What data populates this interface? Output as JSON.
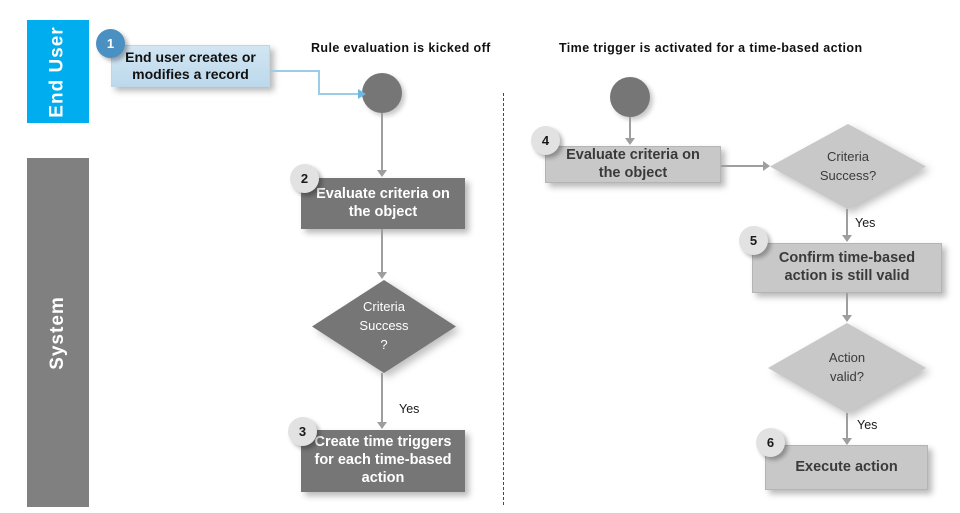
{
  "diagram": {
    "title_left": "Rule evaluation is kicked off",
    "title_right": "Time trigger is activated for a time-based action",
    "lanes": [
      {
        "label": "End User",
        "color": "#00AEEF"
      },
      {
        "label": "System",
        "color": "#808080"
      }
    ],
    "colors": {
      "lane_enduser": "#00AEEF",
      "lane_system": "#808080",
      "node_dark": "#767676",
      "node_light": "#C8C8C8",
      "node_blue": "#BCD9EC",
      "badge_blue": "#4A90C2",
      "badge_grey": "#E2E2E2",
      "connector_grey": "#9E9E9E",
      "connector_blue": "#9CCDE8",
      "divider_dashed": "#2F4F5F"
    },
    "left_flow": {
      "start_node": {
        "name": "start-circle",
        "shape": "circle"
      },
      "nodes": [
        {
          "step": "1",
          "label": "End user creates or modifies a record",
          "shape": "process",
          "style": "blue"
        },
        {
          "step": "2",
          "label": "Evaluate criteria on the object",
          "shape": "process",
          "style": "dark"
        },
        {
          "step": "",
          "label": "Criteria Success ?",
          "shape": "decision",
          "style": "dark"
        },
        {
          "step": "3",
          "label": "Create time triggers for each time-based action",
          "shape": "process",
          "style": "dark"
        }
      ],
      "edge_labels": [
        "Yes"
      ]
    },
    "right_flow": {
      "start_node": {
        "name": "start-circle",
        "shape": "circle"
      },
      "nodes": [
        {
          "step": "4",
          "label": "Evaluate criteria on the object",
          "shape": "process",
          "style": "light"
        },
        {
          "step": "",
          "label": "Criteria Success?",
          "shape": "decision",
          "style": "light"
        },
        {
          "step": "5",
          "label": "Confirm time-based action is still valid",
          "shape": "process",
          "style": "light"
        },
        {
          "step": "",
          "label": "Action valid?",
          "shape": "decision",
          "style": "light"
        },
        {
          "step": "6",
          "label": "Execute action",
          "shape": "process",
          "style": "light"
        }
      ],
      "edge_labels": [
        "Yes",
        "Yes"
      ]
    },
    "text": {
      "box1": "End user creates or modifies a record",
      "box1_line1": "End user creates or",
      "box1_line2": "modifies a record",
      "box2_line1": "Evaluate criteria on",
      "box2_line2": "the object",
      "box3_line1": "Create time triggers",
      "box3_line2": "for each time-based",
      "box3_line3": "action",
      "box4_line1": "Evaluate criteria on",
      "box4_line2": "the object",
      "box5_line1": "Confirm time-based",
      "box5_line2": "action is still valid",
      "box6": "Execute action",
      "diamond1_line1": "Criteria",
      "diamond1_line2": "Success",
      "diamond1_line3": "?",
      "diamond2_line1": "Criteria",
      "diamond2_line2": "Success?",
      "diamond3_line1": "Action",
      "diamond3_line2": "valid?",
      "yes1": "Yes",
      "yes2": "Yes",
      "yes3": "Yes",
      "badge1": "1",
      "badge2": "2",
      "badge3": "3",
      "badge4": "4",
      "badge5": "5",
      "badge6": "6"
    }
  }
}
